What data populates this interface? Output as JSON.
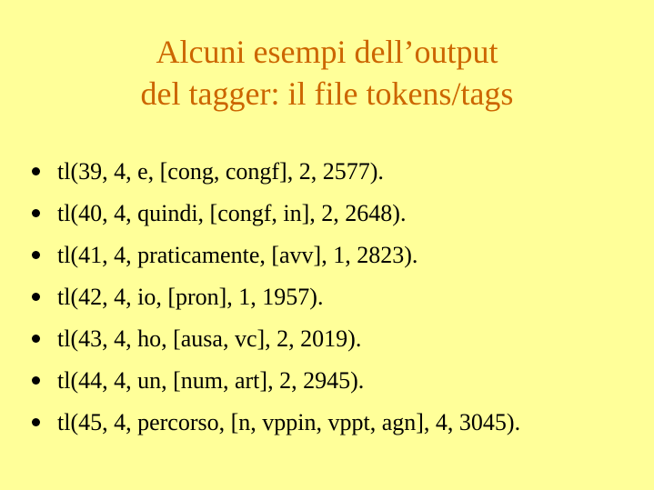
{
  "slide": {
    "title_line1": "Alcuni esempi dell’output",
    "title_line2": "del tagger: il file tokens/tags",
    "bullets": [
      "tl(39, 4, e, [cong, congf], 2, 2577).",
      "tl(40, 4, quindi, [congf, in], 2, 2648).",
      "tl(41, 4, praticamente, [avv], 1, 2823).",
      "tl(42, 4, io, [pron], 1, 1957).",
      "tl(43, 4, ho, [ausa, vc], 2, 2019).",
      "tl(44, 4, un, [num, art], 2, 2945).",
      "tl(45, 4, percorso, [n, vppin, vppt, agn], 4, 3045)."
    ],
    "colors": {
      "background": "#ffff99",
      "title": "#cc6600",
      "text": "#000000"
    }
  }
}
